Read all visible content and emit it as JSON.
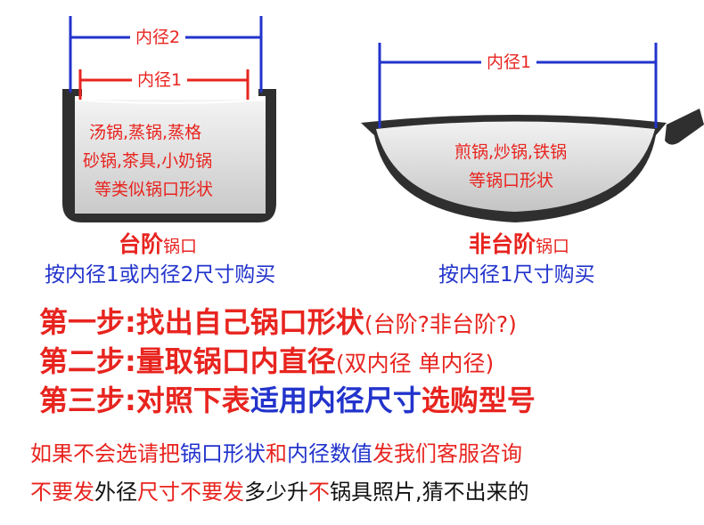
{
  "left_pot": {
    "dim2_label": "内径2",
    "dim1_label": "内径1",
    "lines": [
      "汤锅,蒸锅,蒸格",
      "砂锅,茶具,小奶锅",
      "等类似锅口形状"
    ],
    "caption_main": "台阶",
    "caption_small": "锅口",
    "caption_buy": "按内径1或内径2尺寸购买"
  },
  "right_pot": {
    "dim1_label": "内径1",
    "lines": [
      "煎锅,炒锅,铁锅",
      "等锅口形状"
    ],
    "caption_main": "非台阶",
    "caption_small": "锅口",
    "caption_buy": "按内径1尺寸购买"
  },
  "steps": {
    "s1": {
      "main": "第一步:找出自己锅口形状",
      "paren": "(台阶?非台阶?)"
    },
    "s2": {
      "main": "第二步:量取锅口内直径",
      "paren": "(双内径 单内径)"
    },
    "s3": {
      "a": "第三步:对照下表",
      "b": "适用内径尺寸",
      "c": "选购型号"
    }
  },
  "footer": {
    "line1": [
      "如果不会选请把",
      "锅口形状",
      "和",
      "内径数值",
      "发我们客服咨询"
    ],
    "line2": [
      "不要发",
      "外径",
      "尺寸不要发",
      "多少升",
      "不",
      "锅具照片,猜不出来的"
    ]
  },
  "colors": {
    "red": "#e8241f",
    "blue": "#2233cc",
    "pot_dark": "#2f2f2f"
  }
}
